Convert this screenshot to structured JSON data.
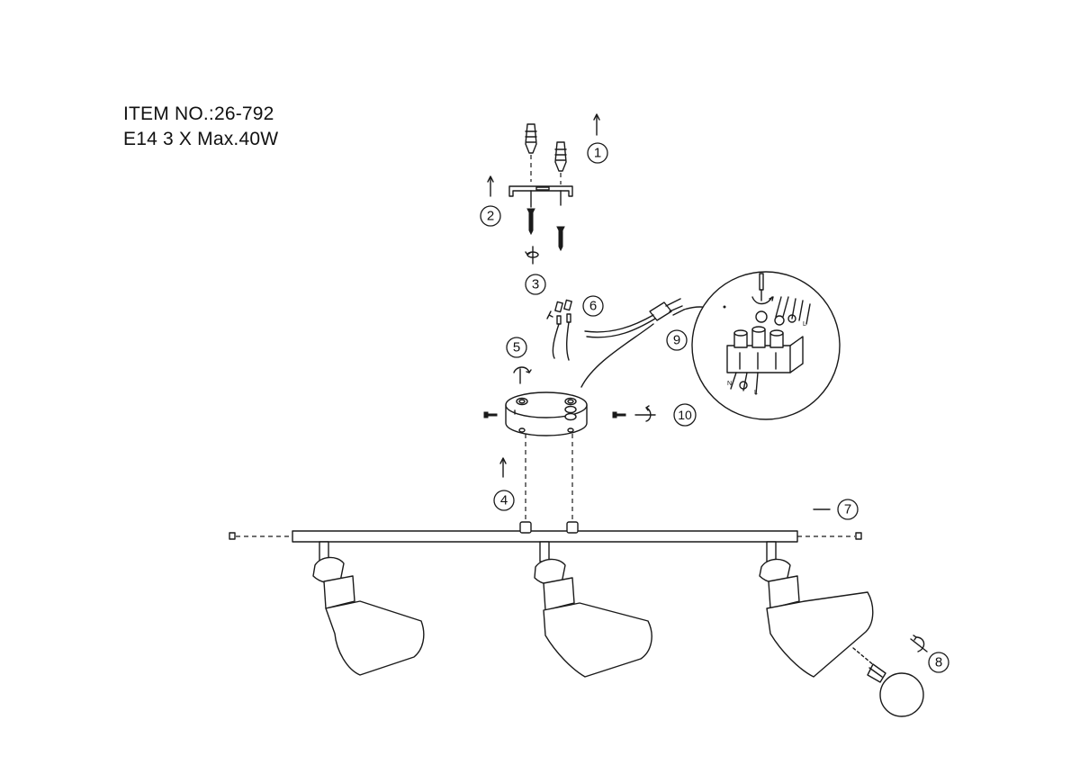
{
  "header": {
    "item_line": "ITEM NO.:26-792",
    "spec_line": "E14 3 X Max.40W"
  },
  "callouts": [
    "1",
    "2",
    "3",
    "4",
    "5",
    "6",
    "7",
    "8",
    "9",
    "10"
  ],
  "terminal_labels": {
    "neutral": "N",
    "line": "L"
  }
}
